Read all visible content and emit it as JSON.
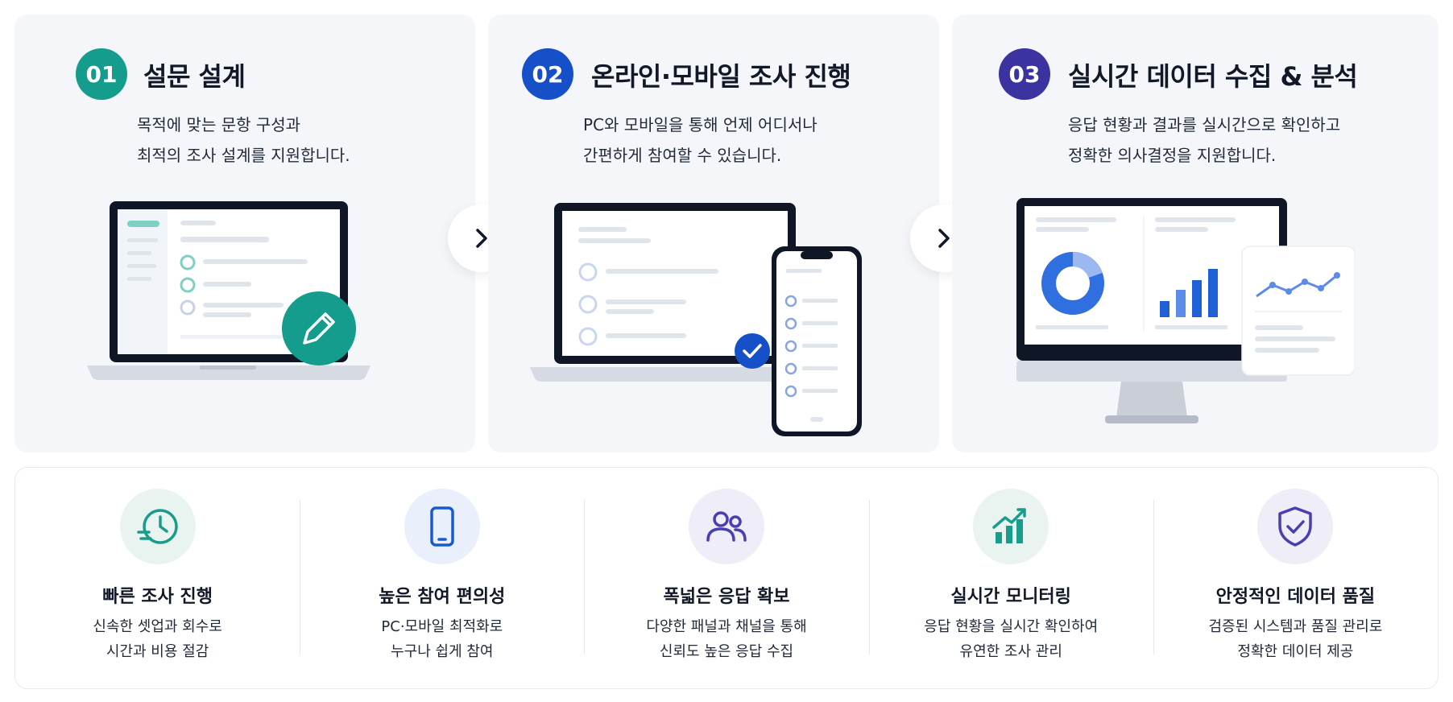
{
  "steps": [
    {
      "number": "01",
      "title": "설문 설계",
      "desc": [
        "목적에 맞는 문항 구성과",
        "최적의 조사 설계를 지원합니다."
      ]
    },
    {
      "number": "02",
      "title": "온라인·모바일 조사 진행",
      "desc": [
        "PC와 모바일을 통해 언제 어디서나",
        "간편하게 참여할 수 있습니다."
      ]
    },
    {
      "number": "03",
      "title": "실시간 데이터 수집 & 분석",
      "desc": [
        "응답 현황과 결과를 실시간으로 확인하고",
        "정확한 의사결정을 지원합니다."
      ]
    }
  ],
  "features": [
    {
      "icon": "clock-fast-icon",
      "title": "빠른 조사 진행",
      "desc": [
        "신속한 셋업과 회수로",
        "시간과 비용 절감"
      ]
    },
    {
      "icon": "smartphone-icon",
      "title": "높은 참여 편의성",
      "desc": [
        "PC·모바일 최적화로",
        "누구나 쉽게 참여"
      ]
    },
    {
      "icon": "users-icon",
      "title": "폭넓은 응답 확보",
      "desc": [
        "다양한 패널과 채널을 통해",
        "신뢰도 높은 응답 수집"
      ]
    },
    {
      "icon": "growth-chart-icon",
      "title": "실시간 모니터링",
      "desc": [
        "응답 현황을 실시간 확인하여",
        "유연한 조사 관리"
      ]
    },
    {
      "icon": "shield-check-icon",
      "title": "안정적인 데이터 품질",
      "desc": [
        "검증된 시스템과 품질 관리로",
        "정확한 데이터 제공"
      ]
    }
  ],
  "colors": {
    "step1": "#149c8c",
    "step2": "#1650c8",
    "step3": "#3b33a0",
    "teal": "#1a9c8c",
    "blue": "#1a5ad0",
    "purple": "#4a3fb0",
    "card_bg": "#f4f6fa"
  }
}
